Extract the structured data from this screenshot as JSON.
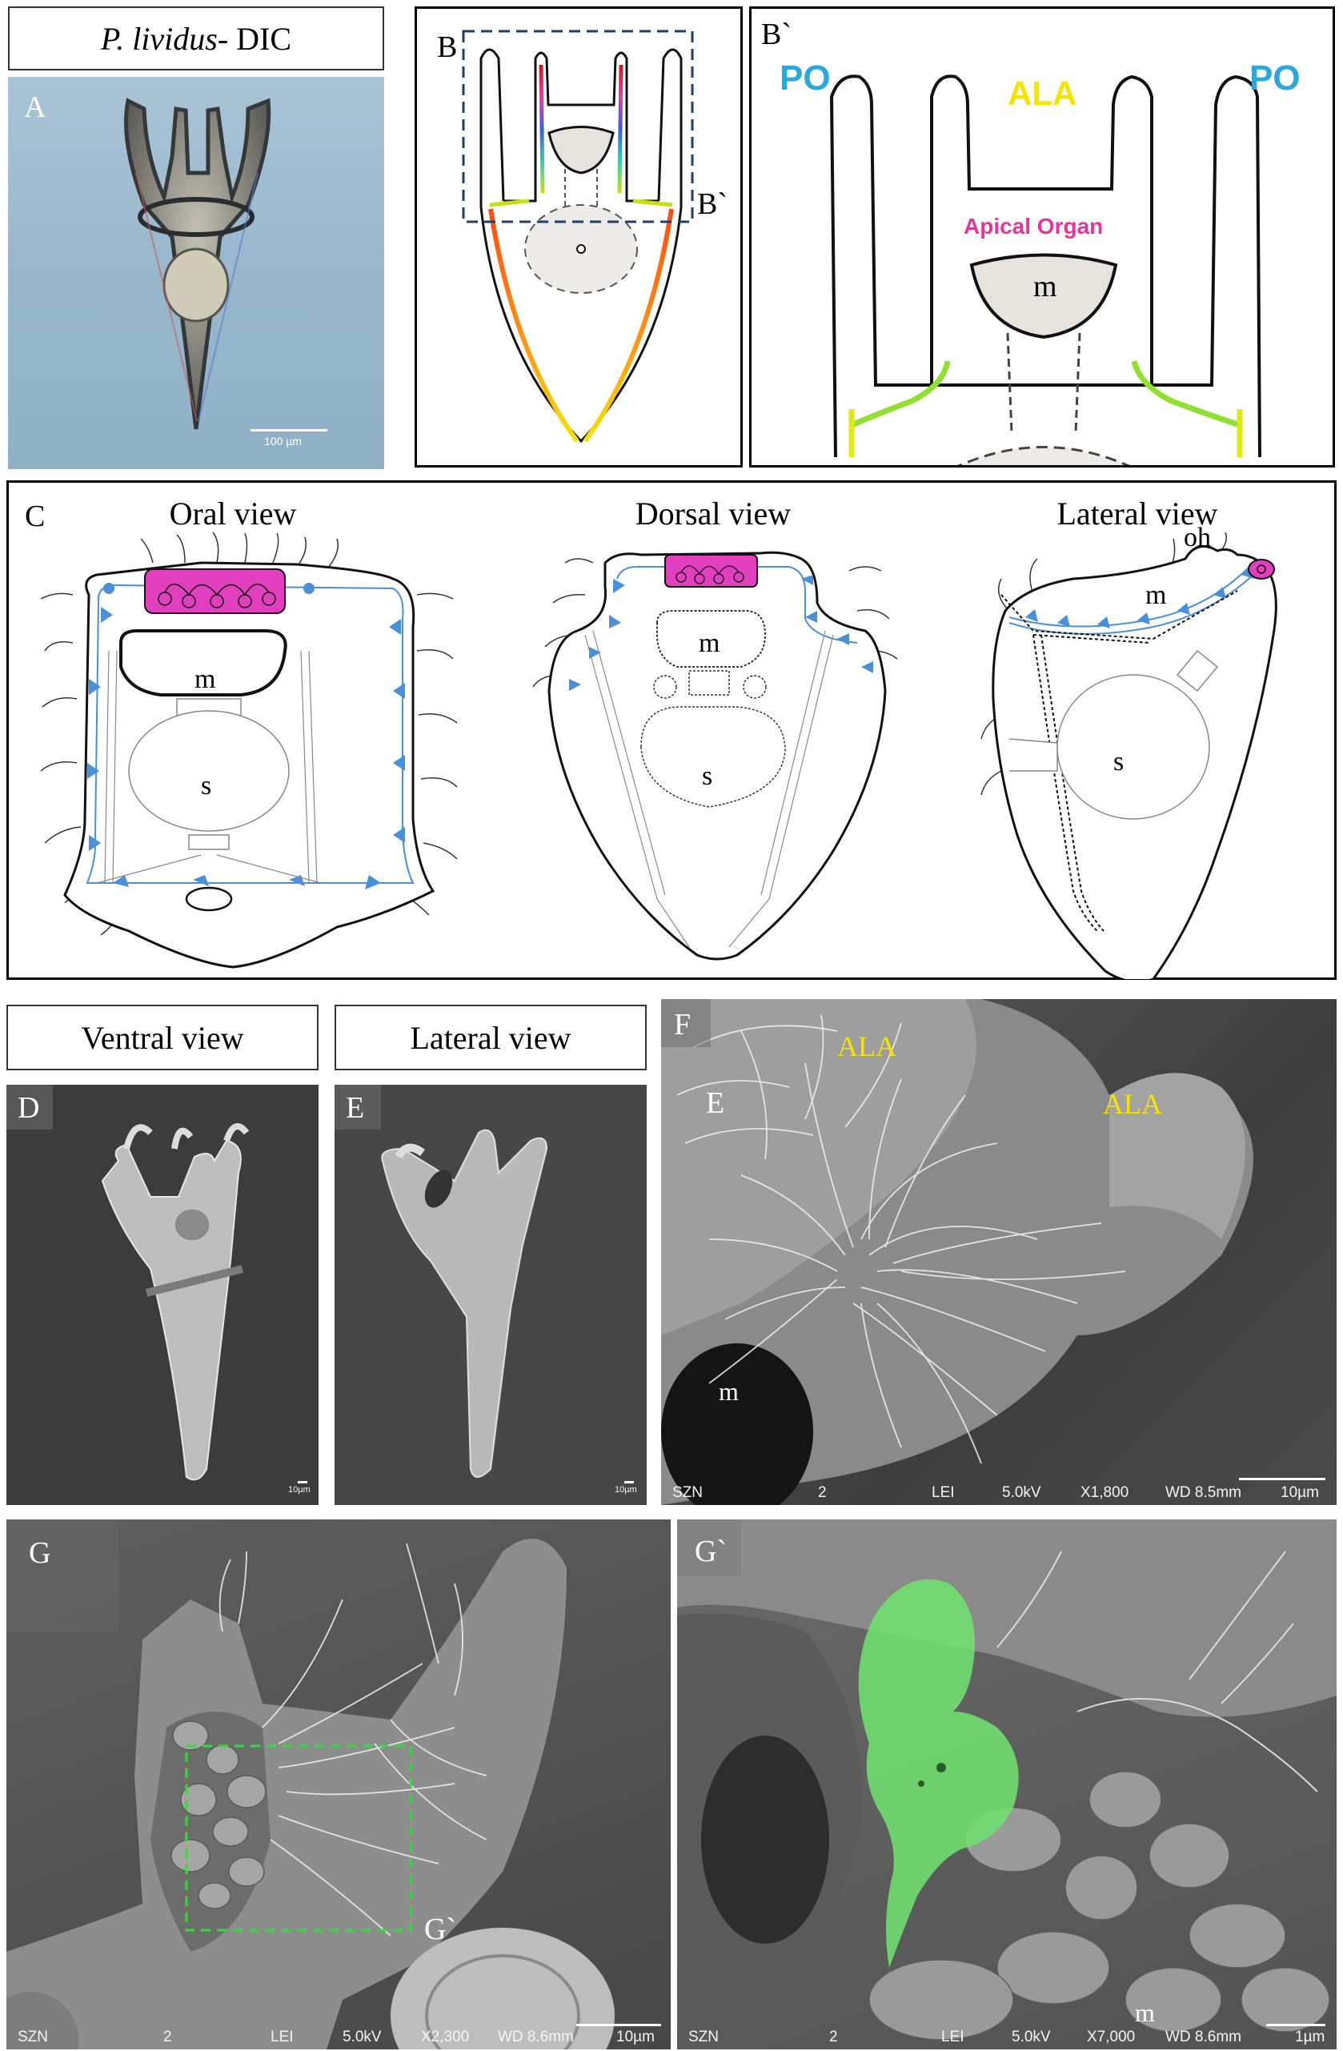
{
  "panel_A": {
    "header_prefix": "P. lividus",
    "header_suffix": " - DIC",
    "label": "A",
    "scale_bar": "100 µm"
  },
  "panel_B": {
    "label": "B",
    "box_label": "B`",
    "center_label": "o"
  },
  "panel_B2": {
    "label": "B`",
    "po_left": "PO",
    "po_right": "PO",
    "ala": "ALA",
    "apical_organ": "Apical Organ",
    "mouth": "m"
  },
  "panel_C": {
    "label": "C",
    "oral_view": "Oral view",
    "dorsal_view": "Dorsal view",
    "lateral_view": "Lateral view",
    "oral_m": "m",
    "oral_s": "s",
    "dorsal_m": "m",
    "dorsal_s": "s",
    "lateral_oh": "oh",
    "lateral_m": "m",
    "lateral_s": "s"
  },
  "panel_D": {
    "title": "Ventral view",
    "label": "D",
    "scale": "10µm"
  },
  "panel_E": {
    "title": "Lateral view",
    "label": "E",
    "scale": "10µm"
  },
  "panel_F": {
    "label": "F",
    "sub_label": "E",
    "ala_1": "ALA",
    "ala_2": "ALA",
    "mouth": "m",
    "sem": {
      "szn": "SZN",
      "n": "2",
      "lei": "LEI",
      "kv": "5.0kV",
      "mag": "X1,800",
      "wd": "WD 8.5mm",
      "scale": "10µm"
    }
  },
  "panel_G": {
    "label": "G",
    "inset_label": "G`",
    "sem": {
      "szn": "SZN",
      "n": "2",
      "lei": "LEI",
      "kv": "5.0kV",
      "mag": "X2,300",
      "wd": "WD 8.6mm",
      "scale": "10µm"
    }
  },
  "panel_G2": {
    "label": "G`",
    "mouth": "m",
    "sem": {
      "szn": "SZN",
      "n": "2",
      "lei": "LEI",
      "kv": "5.0kV",
      "mag": "X7,000",
      "wd": "WD 8.6mm",
      "scale": "1µm"
    }
  },
  "colors": {
    "po": "#29a8e0",
    "ala": "#f5e400",
    "apical": "#e8339a",
    "cilia_band": "#4a90d9",
    "neuron": "#6ee06e",
    "box_dash": "#1f3e6b",
    "green_dash": "#33dd33"
  }
}
